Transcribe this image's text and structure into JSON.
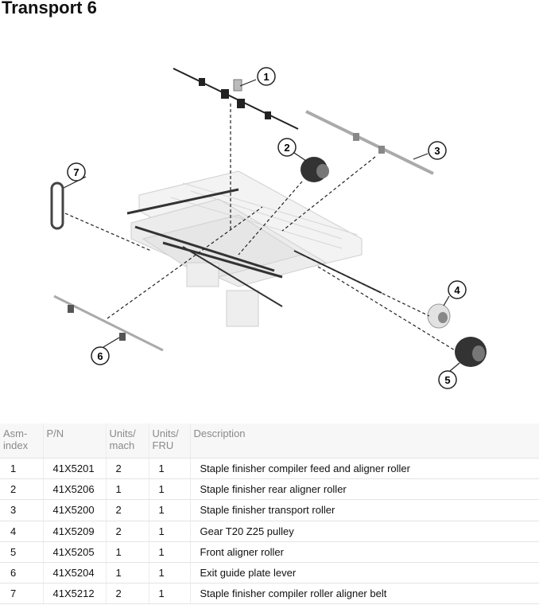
{
  "title": "Transport 6",
  "callouts": [
    "1",
    "2",
    "3",
    "4",
    "5",
    "6",
    "7"
  ],
  "table": {
    "headers": [
      {
        "line1": "Asm-",
        "line2": "index"
      },
      {
        "line1": "P/N",
        "line2": ""
      },
      {
        "line1": "Units/",
        "line2": "mach"
      },
      {
        "line1": "Units/",
        "line2": "FRU"
      },
      {
        "line1": "Description",
        "line2": ""
      }
    ],
    "rows": [
      {
        "index": "1",
        "pn": "41X5201",
        "mach": "2",
        "fru": "1",
        "desc": "Staple finisher compiler feed and aligner roller"
      },
      {
        "index": "2",
        "pn": "41X5206",
        "mach": "1",
        "fru": "1",
        "desc": "Staple finisher rear aligner roller"
      },
      {
        "index": "3",
        "pn": "41X5200",
        "mach": "2",
        "fru": "1",
        "desc": "Staple finisher transport roller"
      },
      {
        "index": "4",
        "pn": "41X5209",
        "mach": "2",
        "fru": "1",
        "desc": "Gear T20 Z25 pulley"
      },
      {
        "index": "5",
        "pn": "41X5205",
        "mach": "1",
        "fru": "1",
        "desc": "Front aligner roller"
      },
      {
        "index": "6",
        "pn": "41X5204",
        "mach": "1",
        "fru": "1",
        "desc": "Exit guide plate lever"
      },
      {
        "index": "7",
        "pn": "41X5212",
        "mach": "2",
        "fru": "1",
        "desc": "Staple finisher compiler roller aligner belt"
      }
    ]
  }
}
